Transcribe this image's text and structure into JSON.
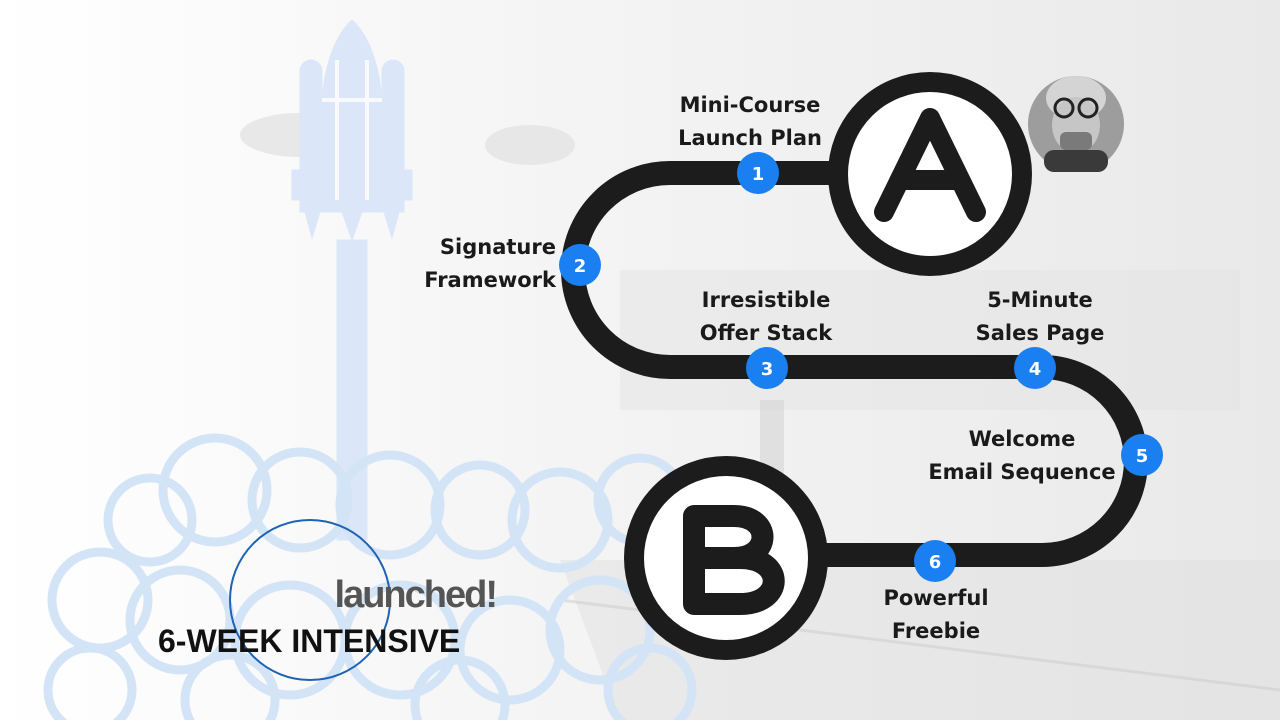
{
  "brand": {
    "logo_text": "launched!",
    "program_title": "6-WEEK INTENSIVE"
  },
  "roadmap": {
    "start_marker": "A",
    "end_marker": "B",
    "steps": [
      {
        "number": "1",
        "line1": "Mini-Course",
        "line2": "Launch Plan"
      },
      {
        "number": "2",
        "line1": "Signature",
        "line2": "Framework"
      },
      {
        "number": "3",
        "line1": "Irresistible",
        "line2": "Offer Stack"
      },
      {
        "number": "4",
        "line1": "5-Minute",
        "line2": "Sales Page"
      },
      {
        "number": "5",
        "line1": "Welcome",
        "line2": "Email Sequence"
      },
      {
        "number": "6",
        "line1": "Powerful",
        "line2": "Freebie"
      }
    ]
  },
  "colors": {
    "path": "#1c1c1c",
    "step_badge": "#1a7ff0",
    "rocket": "#dbe7f8",
    "cloud_outline": "#d3e4f7",
    "ring": "#1f63b5"
  }
}
